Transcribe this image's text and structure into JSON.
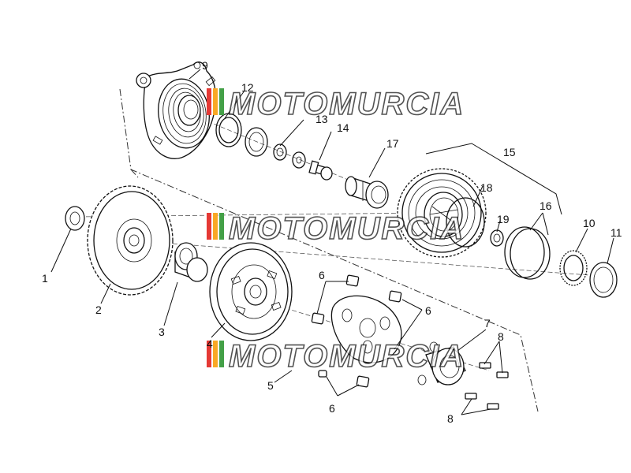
{
  "watermark": {
    "text": "MOTOMURCIA",
    "stripe_colors": [
      "#e53935",
      "#f9a825",
      "#43a047"
    ]
  },
  "callouts": {
    "c1": "1",
    "c2": "2",
    "c3": "3",
    "c4": "4",
    "c5": "5",
    "c6a": "6",
    "c6b": "6",
    "c6c": "6",
    "c7": "7",
    "c8a": "8",
    "c8b": "8",
    "c9": "9",
    "c10": "10",
    "c11": "11",
    "c12": "12",
    "c13": "13",
    "c14": "14",
    "c15": "15",
    "c16": "16",
    "c17": "17",
    "c18": "18",
    "c19": "19"
  }
}
